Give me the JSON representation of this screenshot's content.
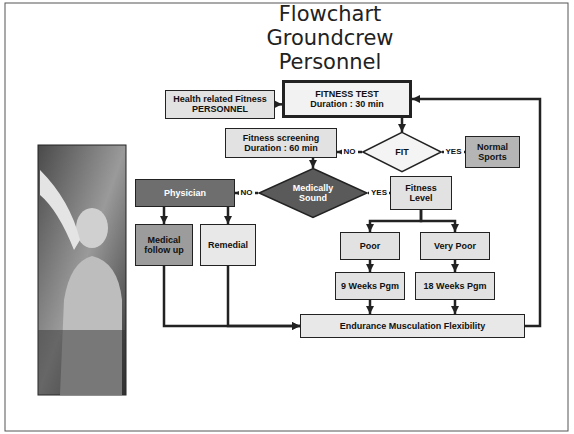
{
  "diagram": {
    "title": "Flowchart Groundcrew Personnel",
    "nodes": [
      {
        "text": [
          "Health related Fitness PERSONNEL"
        ]
      },
      {
        "text": [
          "FITNESS TEST",
          "Duration : 30 min"
        ]
      },
      {
        "text": [
          "Fitness screening",
          "Duration : 60 min"
        ]
      },
      {
        "text": [
          "FIT"
        ]
      },
      {
        "text": [
          "Normal Sports"
        ]
      },
      {
        "text": [
          "Medically Sound"
        ]
      },
      {
        "text": [
          "Physician"
        ]
      },
      {
        "text": [
          "Fitness Level"
        ]
      },
      {
        "text": [
          "Medical follow up"
        ]
      },
      {
        "text": [
          "Remedial"
        ]
      },
      {
        "text": [
          "Poor"
        ]
      },
      {
        "text": [
          "Very Poor"
        ]
      },
      {
        "text": [
          "9 Weeks Pgm"
        ]
      },
      {
        "text": [
          "18 Weeks Pgm"
        ]
      },
      {
        "text": [
          "Endurance Musculation Flexibility"
        ]
      }
    ],
    "edges": [
      {
        "from": 0,
        "to": 1,
        "arrow": "to"
      },
      {
        "from": 1,
        "to": 3,
        "arrow": "to"
      },
      {
        "from": 3,
        "to": 2,
        "label": "NO",
        "arrow": "to"
      },
      {
        "from": 3,
        "to": 4,
        "label": "YES",
        "arrow": "to"
      },
      {
        "from": 2,
        "to": 5,
        "arrow": "to"
      },
      {
        "from": 5,
        "to": 6,
        "label": "NO",
        "arrow": "to"
      },
      {
        "from": 5,
        "to": 7,
        "label": "YES",
        "arrow": "to"
      },
      {
        "from": 6,
        "to": 8,
        "arrow": "to"
      },
      {
        "from": 6,
        "to": 9,
        "arrow": "to"
      },
      {
        "from": 7,
        "to": 10,
        "arrow": "to"
      },
      {
        "from": 7,
        "to": 11,
        "arrow": "to"
      },
      {
        "from": 10,
        "to": 12,
        "arrow": "to"
      },
      {
        "from": 11,
        "to": 13,
        "arrow": "to"
      },
      {
        "from": 12,
        "to": 14,
        "arrow": "to"
      },
      {
        "from": 13,
        "to": 14,
        "arrow": "to"
      },
      {
        "from": 8,
        "to": 14,
        "arrow": "to"
      },
      {
        "from": 9,
        "to": 14,
        "arrow": "to"
      },
      {
        "from": 14,
        "to": 1,
        "arrow": "to"
      }
    ]
  }
}
